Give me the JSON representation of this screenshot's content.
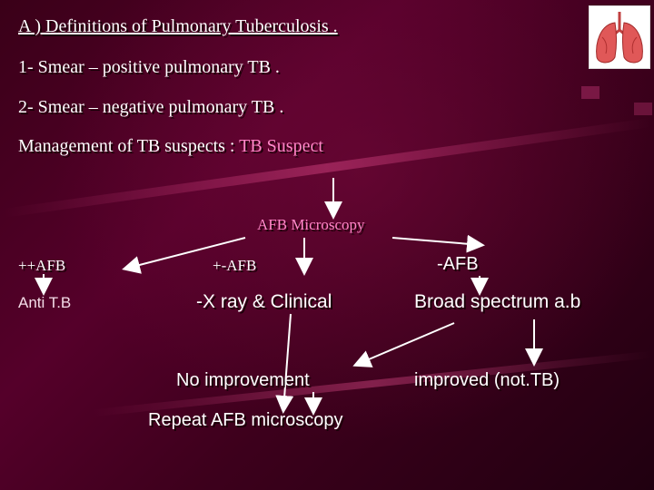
{
  "slide": {
    "title": "A ) Definitions of Pulmonary Tuberculosis .",
    "item1": "1- Smear – positive pulmonary TB .",
    "item2": "2- Smear – negative pulmonary TB .",
    "management_label": "Management of TB suspects :",
    "management_value": "TB Suspect"
  },
  "flow": {
    "afb_microscopy": "AFB Microscopy",
    "pos_afb": "++AFB",
    "anti_tb": "Anti T.B",
    "plusminus_afb": "+-AFB",
    "xray_clinical": "-X ray & Clinical",
    "neg_afb": "-AFB",
    "broad_spectrum": "Broad spectrum a.b",
    "no_improvement": "No improvement",
    "improved": "improved (not.TB)",
    "repeat_afb": "Repeat AFB microscopy"
  },
  "colors": {
    "background": "#4a0022",
    "text": "#ffffff",
    "accent": "#ff88c8"
  },
  "icons": [
    "lungs-icon"
  ]
}
